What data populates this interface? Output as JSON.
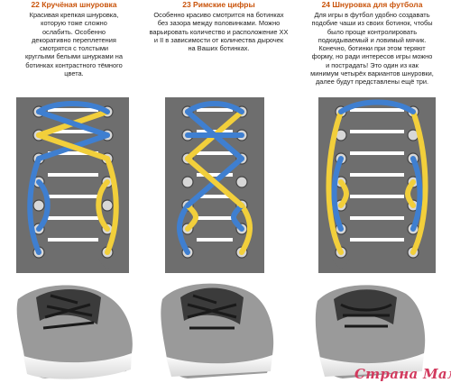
{
  "panels": [
    {
      "title": "22 Кручёная шнуровка",
      "lines": [
        "Красивая крепкая шнуровка,",
        "которую тоже сложно",
        "ослабить. Особенно",
        "декоративно переплетения",
        "смотрятся с толстыми",
        "круглыми белыми шнурками на",
        "ботинках контрастного тёмного",
        "цвета."
      ]
    },
    {
      "title": "23 Римские цифры",
      "lines": [
        "Особенно красиво смотрится на ботинках",
        "без зазора между половинками. Можно",
        "варьировать количество и расположение XX",
        "и II в зависимости от количества дырочек",
        "на Ваших ботинках."
      ]
    },
    {
      "title": "24 Шнуровка для футбола",
      "lines": [
        "Для игры в футбол удобно создавать",
        "подобие чаши из своих ботинок, чтобы",
        "было проще контролировать",
        "подкидываемый и ловимый мячик.",
        "Конечно, ботинки при этом теряют",
        "форму, но ради интересов игры можно",
        "и пострадать! Это один из как",
        "минимум четырёх вариантов шнуровки,",
        "далее будут представлены ещё три."
      ]
    }
  ],
  "colors": {
    "title": "#c9530a",
    "blue": "#3f7fd0",
    "yellow": "#f2cf3b",
    "gray": "#6e6e6e",
    "watermark": "#d23a5e"
  },
  "watermark": "Страна Мам"
}
